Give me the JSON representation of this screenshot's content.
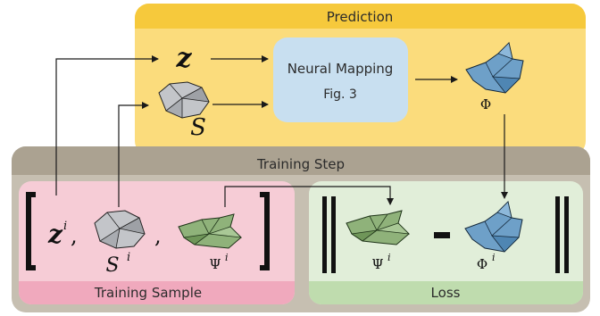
{
  "prediction": {
    "title": "Prediction",
    "z": "z",
    "s": "S",
    "neural_mapping": "Neural Mapping",
    "figref": "Fig. 3",
    "phi": "Φ"
  },
  "training_step": {
    "title": "Training Step",
    "sample": {
      "title": "Training Sample",
      "z": "z",
      "z_sup": "i",
      "comma1": ",",
      "s": "S",
      "s_sup": "i",
      "comma2": ",",
      "psi": "Ψ",
      "psi_sup": "i"
    },
    "loss": {
      "title": "Loss",
      "psi": "Ψ",
      "psi_sup": "i",
      "minus": "-",
      "phi": "Φ",
      "phi_sup": "i"
    }
  },
  "colors": {
    "prediction_bg": "#fbdc7c",
    "prediction_header": "#f6c93c",
    "training_bg": "#c6bfb1",
    "training_header": "#aba291",
    "sample_bg": "#f6ccd6",
    "sample_header": "#f0a9bd",
    "loss_bg": "#e1eed9",
    "loss_header": "#bfdcae",
    "nm_box": "#c8dff0",
    "mesh_gray": "#b9bbbf",
    "mesh_green": "#8fb27a",
    "mesh_blue": "#6ea0c8"
  }
}
